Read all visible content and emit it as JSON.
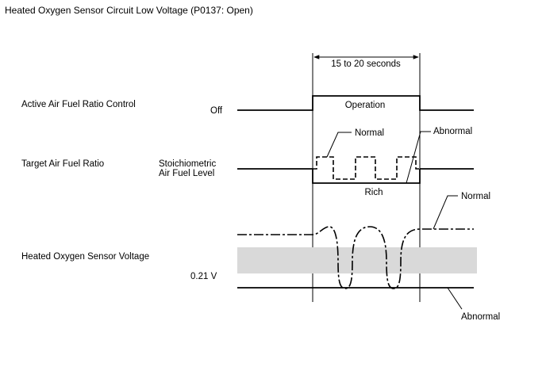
{
  "title": "Heated Oxygen Sensor Circuit Low Voltage (P0137: Open)",
  "time_window": "15 to 20 seconds",
  "rows": {
    "active_control": {
      "label": "Active Air Fuel Ratio Control",
      "state_off": "Off",
      "state_on": "Operation"
    },
    "target_ratio": {
      "label": "Target Air Fuel Ratio",
      "level_line1": "Stoichiometric",
      "level_line2": "Air Fuel Level",
      "rich": "Rich"
    },
    "sensor_voltage": {
      "label": "Heated Oxygen Sensor Voltage",
      "threshold": "0.21 V"
    }
  },
  "callouts": {
    "normal_target": "Normal",
    "abnormal_target": "Abnormal",
    "normal_sensor": "Normal",
    "abnormal_sensor": "Abnormal"
  }
}
